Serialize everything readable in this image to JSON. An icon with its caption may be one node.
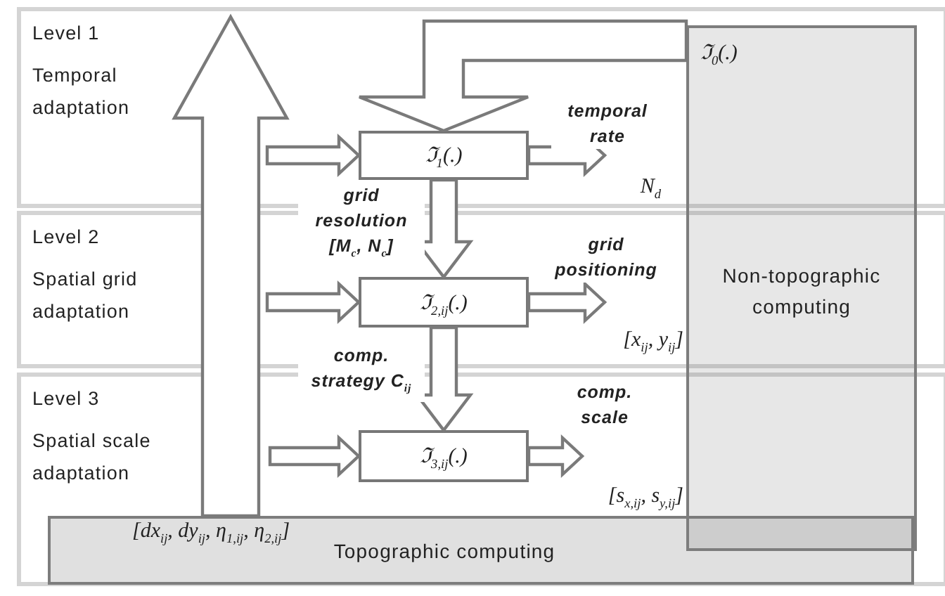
{
  "diagram": {
    "nodes": [
      {
        "text": [
          "Level 1",
          "Temporal adaptation"
        ]
      },
      {
        "text": [
          "Level 2",
          "Spatial grid adaptation"
        ]
      },
      {
        "text": [
          "Level 3",
          "Spatial scale adaptation"
        ]
      },
      {
        "text": [
          "ℑ$_{0}$(.)",
          "Non-topographic computing"
        ]
      },
      {
        "text": [
          "ℑ$_{1}$(.)"
        ],
        "in": 0
      },
      {
        "text": [
          "ℑ$_{2,ij}$(.)"
        ],
        "in": 1
      },
      {
        "text": [
          "ℑ$_{3,ij}$(.)"
        ],
        "in": 2
      },
      {
        "text": [
          "[dx$_{ij}$, dy$_{ij}$, η$_{1,ij}$, η$_{2,ij}$]",
          "Topographic computing"
        ],
        "in": 2
      },
      {
        "text": [
          "N$_{d}$"
        ],
        "in": 0
      },
      {
        "text": [
          "[x$_{ij}$, y$_{ij}$]"
        ],
        "in": 1
      },
      {
        "text": [
          "[s$_{x,ij}$, s$_{y,ij}$]"
        ],
        "in": 2
      }
    ],
    "edges": [
      {
        "from": 3,
        "to": 4,
        "arrow": "to"
      },
      {
        "from": null,
        "to": 4,
        "arrow": "to"
      },
      {
        "from": 4,
        "to": 8,
        "arrow": "to",
        "label": "temporal rate"
      },
      {
        "from": 4,
        "to": 5,
        "arrow": "to",
        "label": "**grid resolution** [M$_{c}$, N$_{c}$]"
      },
      {
        "from": null,
        "to": 5,
        "arrow": "to"
      },
      {
        "from": 5,
        "to": 9,
        "arrow": "to",
        "label": "grid positioning"
      },
      {
        "from": 5,
        "to": 6,
        "arrow": "to",
        "label": "**comp. strategy** C$_{ij}$"
      },
      {
        "from": null,
        "to": 6,
        "arrow": "to"
      },
      {
        "from": 6,
        "to": 10,
        "arrow": "to",
        "label": "comp. scale"
      },
      {
        "from": 7,
        "to": null,
        "arrow": "to"
      }
    ]
  }
}
